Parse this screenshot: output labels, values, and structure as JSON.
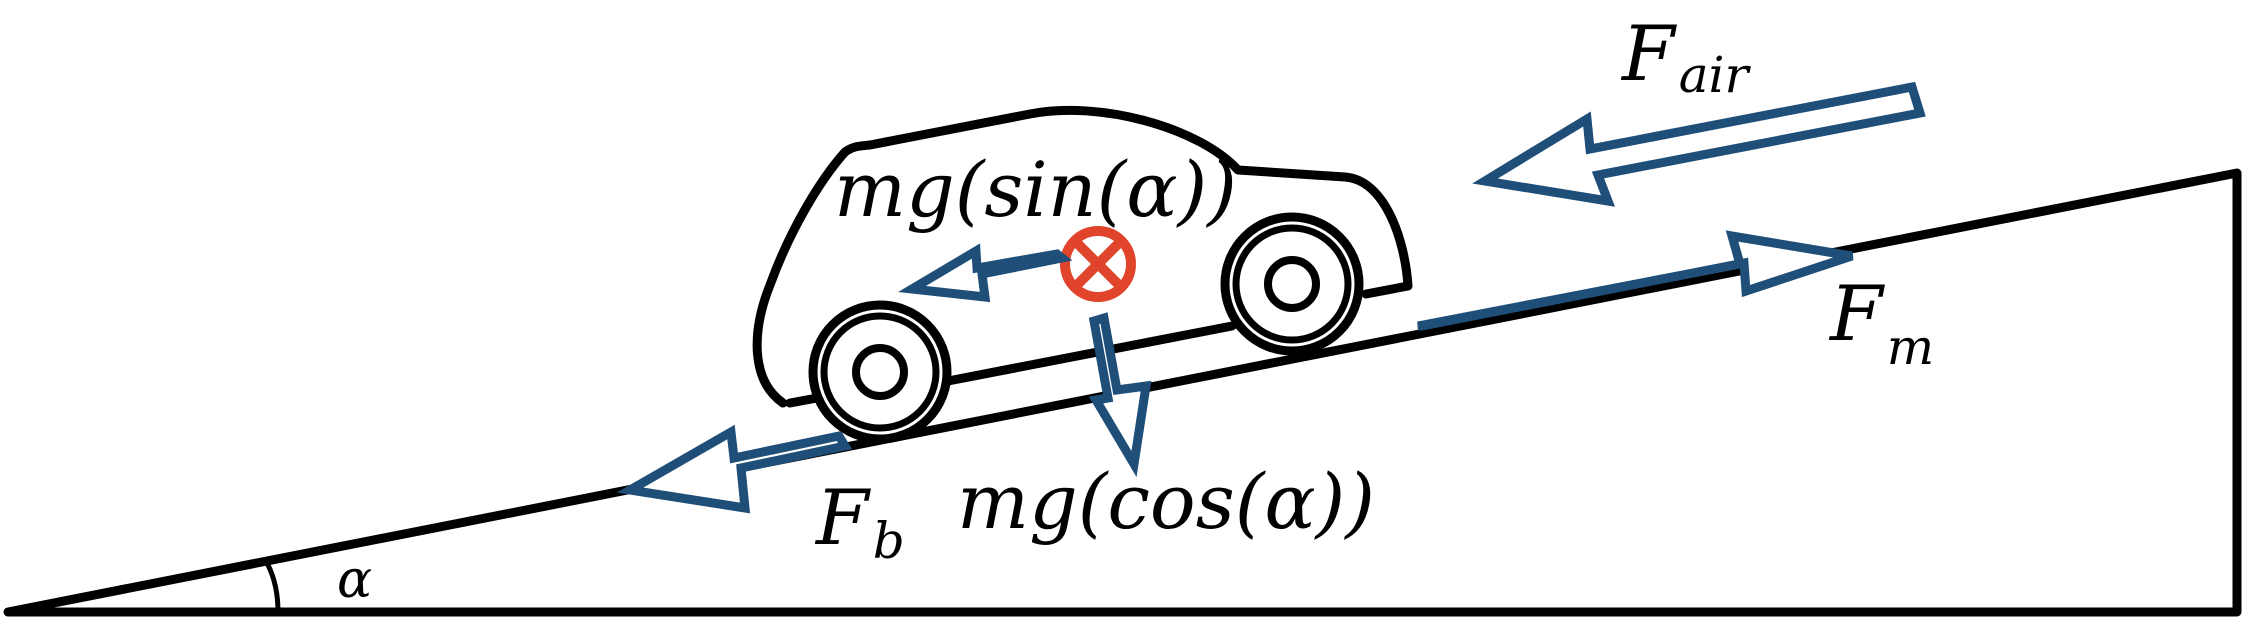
{
  "labels": {
    "angle": "α",
    "f_air_main": "F",
    "f_air_sub": "air",
    "f_m_main": "F",
    "f_m_sub": "m",
    "f_b_main": "F",
    "f_b_sub": "b",
    "mg_sin": "mg(sin(α))",
    "mg_cos": "mg(cos(α))"
  },
  "colors": {
    "arrow_outline": "#1f4e79",
    "center_of_mass": "#e0442a",
    "ink": "#000000"
  },
  "icons": {
    "center_of_mass": "circled-x-icon"
  }
}
